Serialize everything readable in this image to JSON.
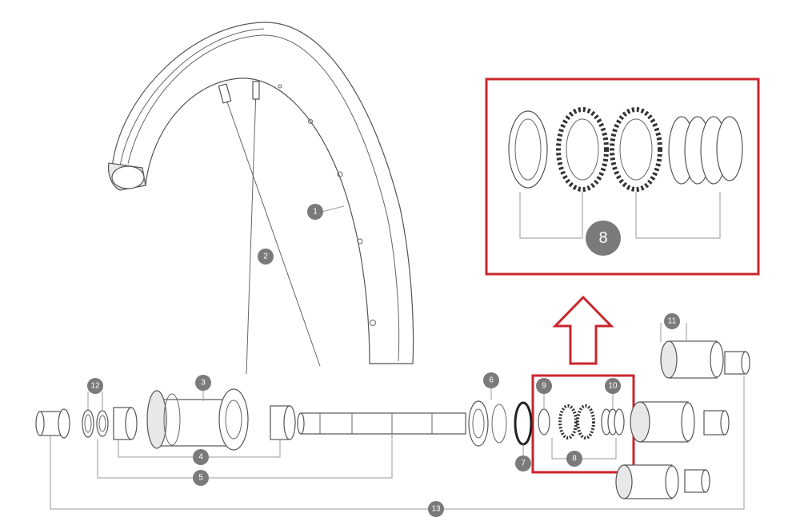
{
  "callouts": {
    "c1": "1",
    "c2": "2",
    "c3": "3",
    "c4": "4",
    "c5": "5",
    "c6": "6",
    "c7": "7",
    "c8": "8",
    "c9": "9",
    "c10": "10",
    "c11": "11",
    "c12": "12",
    "c13": "13",
    "c8_zoom": "8"
  },
  "colors": {
    "highlight": "#c8262c",
    "callout_bg": "#7a7a7a",
    "line": "#555555"
  }
}
